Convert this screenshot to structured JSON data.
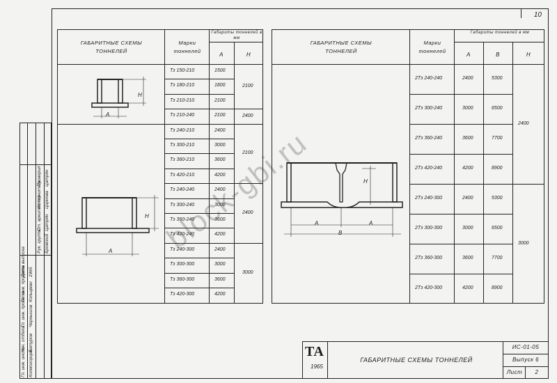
{
  "page_number": "10",
  "left_table": {
    "header_schemes": "ГАБАРИТНЫЕ СХЕМЫ ТОННЕЛЕЙ",
    "header_marks": "Марки тоннелей",
    "header_dims": "Габариты тоннелей в мм",
    "col_a": "А",
    "col_h": "Н",
    "rows": [
      {
        "mark": "Тз 150-210",
        "a": "1500"
      },
      {
        "mark": "Тз 180-210",
        "a": "1800"
      },
      {
        "mark": "Тз 210-210",
        "a": "2100"
      },
      {
        "mark": "Тз 210-240",
        "a": "2100"
      },
      {
        "mark": "Тз 240-210",
        "a": "2400"
      },
      {
        "mark": "Тз 300-210",
        "a": "3000"
      },
      {
        "mark": "Тз 360-210",
        "a": "3600"
      },
      {
        "mark": "Тз 420-210",
        "a": "4200"
      },
      {
        "mark": "Тз 240-240",
        "a": "2400"
      },
      {
        "mark": "Тз 300-240",
        "a": "3000"
      },
      {
        "mark": "Тз 360-240",
        "a": "3600"
      },
      {
        "mark": "Тз 420-240",
        "a": "4200"
      },
      {
        "mark": "Тз 240-300",
        "a": "2400"
      },
      {
        "mark": "Тз 300-300",
        "a": "3000"
      },
      {
        "mark": "Тз 360-300",
        "a": "3600"
      },
      {
        "mark": "Тз 420-300",
        "a": "4200"
      }
    ],
    "h_groups": [
      "2100",
      "2400",
      "2100",
      "2400",
      "3000"
    ],
    "dim_labels": {
      "a": "А",
      "h": "Н"
    }
  },
  "right_table": {
    "header_schemes": "ГАБАРИТНЫЕ СХЕМЫ ТОННЕЛЕЙ",
    "header_marks": "Марки тоннелей",
    "header_dims": "Габариты тоннелей в мм",
    "col_a": "А",
    "col_b": "В",
    "col_h": "Н",
    "rows": [
      {
        "mark": "2Тз 240-240",
        "a": "2400",
        "b": "5300"
      },
      {
        "mark": "2Тз 300-240",
        "a": "3000",
        "b": "6500"
      },
      {
        "mark": "2Тз 360-240",
        "a": "3600",
        "b": "7700"
      },
      {
        "mark": "2Тз 420-240",
        "a": "4200",
        "b": "8900"
      },
      {
        "mark": "2Тз 240-300",
        "a": "2400",
        "b": "5300"
      },
      {
        "mark": "2Тз 300-300",
        "a": "3000",
        "b": "6500"
      },
      {
        "mark": "2Тз 360-300",
        "a": "3600",
        "b": "7700"
      },
      {
        "mark": "2Тз 420-300",
        "a": "4200",
        "b": "8900"
      }
    ],
    "h_groups": [
      "2400",
      "3000"
    ],
    "dim_labels": {
      "a": "А",
      "b": "В",
      "h": "Н"
    }
  },
  "stamp": {
    "logo_top": "ТА",
    "logo_year": "1965",
    "title": "ГАБАРИТНЫЕ СХЕМЫ ТОННЕЛЕЙ",
    "code": "ИС-01-05",
    "issue": "Выпуск 6",
    "sheet_label": "Лист",
    "sheet_no": "2"
  },
  "side_stamp": {
    "col1": [
      "Гл. инж. инст.",
      "Нач. отдела",
      "Гл. инж. проекта",
      "Гл. инж. проекта",
      "Дата выпуска"
    ],
    "col2": [
      "Колмогорцев",
      "Батуров",
      "Чернышов",
      "Кольцман",
      "1965"
    ],
    "col3": [
      "Рук. группы",
      "Ст. архитектор",
      "Исполнитель",
      "Проверил"
    ],
    "col4": [
      "Бровский",
      "Цатрян",
      "Цирнова",
      "Цатрян"
    ]
  },
  "watermark": "block-gbi.ru"
}
